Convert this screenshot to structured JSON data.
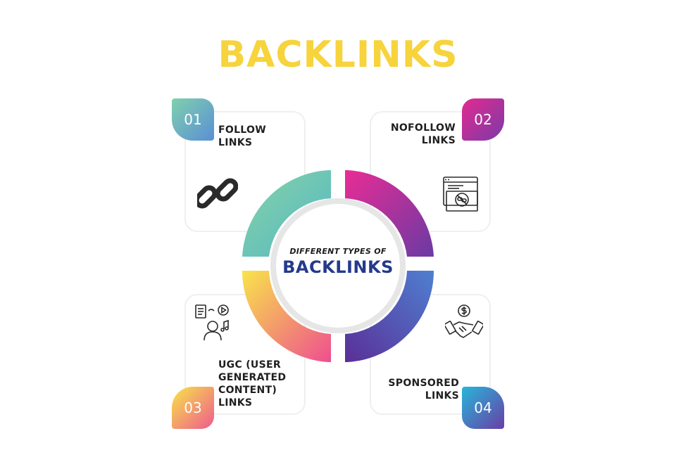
{
  "title": "BACKLINKS",
  "center": {
    "line1": "DIFFERENT TYPES OF",
    "line2": "BACKLINKS"
  },
  "cards": [
    {
      "number": "01",
      "label_lines": [
        "FOLLOW",
        "LINKS"
      ],
      "icon": "chain-link-icon"
    },
    {
      "number": "02",
      "label_lines": [
        "NOFOLLOW",
        "LINKS"
      ],
      "icon": "blocked-link-browser-icon"
    },
    {
      "number": "03",
      "label_lines": [
        "UGC (USER",
        "GENERATED",
        "CONTENT)",
        "LINKS"
      ],
      "icon": "user-content-icon"
    },
    {
      "number": "04",
      "label_lines": [
        "SPONSORED",
        "LINKS"
      ],
      "icon": "sponsorship-handshake-icon"
    }
  ],
  "colors": {
    "title": "#f7d33c",
    "center_title": "#243a8c",
    "teal": "#6cc3b3",
    "magenta": "#e0269a",
    "yellow_pink": "#f6e04a",
    "blue_purple": "#5a5cc4"
  }
}
